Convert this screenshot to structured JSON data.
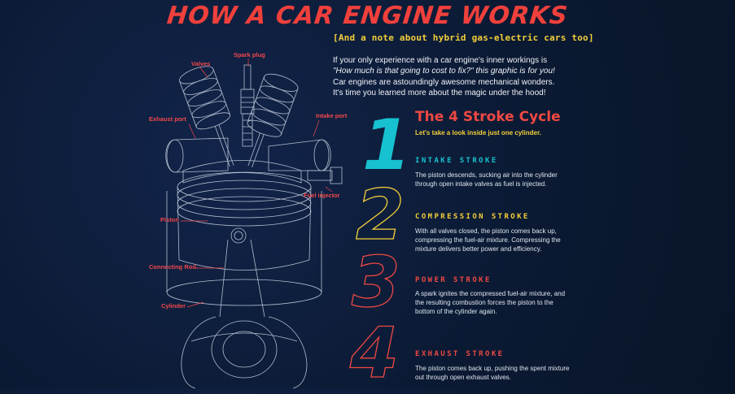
{
  "header": {
    "title": "HOW A CAR ENGINE WORKS",
    "subtitle": "[And a note about hybrid gas-electric cars too]"
  },
  "intro": {
    "line1": "If your only experience with a car engine's inner workings is",
    "line2": "\"How much is that going to cost to fix?\" this graphic is for you!",
    "line3": "Car engines are astoundingly awesome mechanical wonders.",
    "line4": "It's time you learned more about the magic under the hood!"
  },
  "diagram_labels": {
    "valves": "Valves",
    "spark_plug": "Spark plug",
    "exhaust_port": "Exhaust port",
    "intake_port": "Intake port",
    "fuel_injector": "Fuel injector",
    "piston": "Piston",
    "connecting_rod": "Connecting Rod",
    "cylinder": "Cylinder"
  },
  "cycle": {
    "title": "The 4 Stroke Cycle",
    "subtitle": "Let's take a look inside just one cylinder.",
    "strokes": [
      {
        "number": "1",
        "heading": "INTAKE STROKE",
        "color": "#17c1cf",
        "text": "The piston descends, sucking air into the cylinder through open intake valves as fuel is injected."
      },
      {
        "number": "2",
        "heading": "COMPRESSION STROKE",
        "color": "#f3cf3a",
        "text": "With all valves closed, the piston comes back up, compressing the fuel-air mixture. Compressing the mixture delivers better power and efficiency."
      },
      {
        "number": "3",
        "heading": "POWER STROKE",
        "color": "#ef4843",
        "text": "A spark ignites the compressed fuel-air mixture, and the resulting combustion forces the piston to the bottom of the cylinder again."
      },
      {
        "number": "4",
        "heading": "EXHAUST STROKE",
        "color": "#ef4843",
        "text": "The piston comes back up, pushing the spent mixture out through open exhaust valves."
      }
    ]
  },
  "colors": {
    "background": "#0b1a33",
    "accent_red": "#ef4843",
    "accent_yellow": "#f3cf3a",
    "accent_cyan": "#17c1cf",
    "wireframe": "#cfd8e6"
  }
}
